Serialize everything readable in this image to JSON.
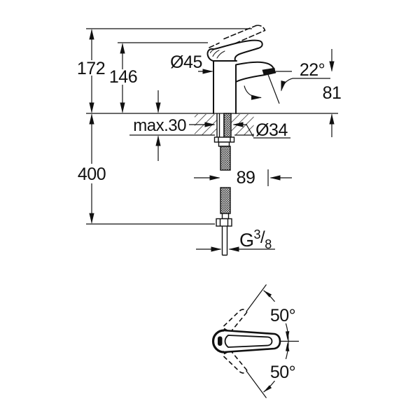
{
  "title": "faucet-dimension-drawing",
  "colors": {
    "ink": "#111111",
    "paper": "#ffffff"
  },
  "side_view": {
    "total_height": "172",
    "body_height": "146",
    "base_diameter": "Ø45",
    "spout_angle": "22°",
    "spout_height": "81",
    "deck_thickness": "max.30",
    "hole_diameter": "Ø34",
    "hose_length": "400",
    "hose_clearance": "89",
    "thread": {
      "prefix": "G",
      "numerator": "3",
      "slash": "/",
      "denominator": "8"
    }
  },
  "top_view": {
    "swivel_upper": "50°",
    "swivel_lower": "50°"
  }
}
